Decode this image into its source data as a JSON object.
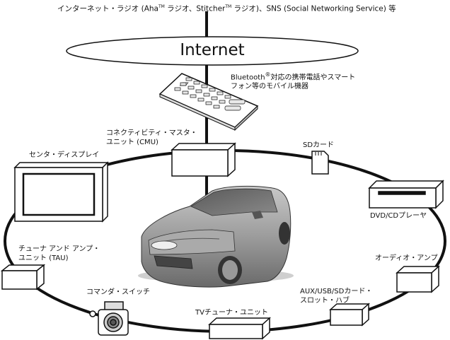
{
  "header": {
    "prefix": "インターネット・ラジオ (Aha",
    "tm1": "TM",
    "middle": " ラジオ、Stitcher",
    "tm2": "TM",
    "suffix": " ラジオ)、SNS (Social Networking Service) 等"
  },
  "internet": {
    "label": "Internet"
  },
  "bluetooth": {
    "word": "Bluetooth",
    "mark": "®",
    "line1_rest": "対応の携帯電話やスマート",
    "line2": "フォン等のモバイル機器"
  },
  "cmu": {
    "line1": "コネクティビティ・マスタ・",
    "line2": "ユニット (CMU)"
  },
  "center_display": {
    "label": "センタ・ディスプレイ"
  },
  "sd_card": {
    "label": "SDカード"
  },
  "dvd_player": {
    "label": "DVD/CDプレーヤ"
  },
  "tuner": {
    "line1": "チューナ アンド アンプ・",
    "line2": "ユニット (TAU)"
  },
  "audio_amp": {
    "label": "オーディオ・アンプ"
  },
  "aux_hub": {
    "line1": "AUX/USB/SDカード・",
    "line2": "スロット・ハブ"
  },
  "commander": {
    "label": "コマンダ・スイッチ"
  },
  "tv_tuner": {
    "label": "TVチューナ・ユニット"
  },
  "colors": {
    "line": "#111111",
    "box_fill": "#ffffff",
    "car_body": "#9a9a9a"
  }
}
